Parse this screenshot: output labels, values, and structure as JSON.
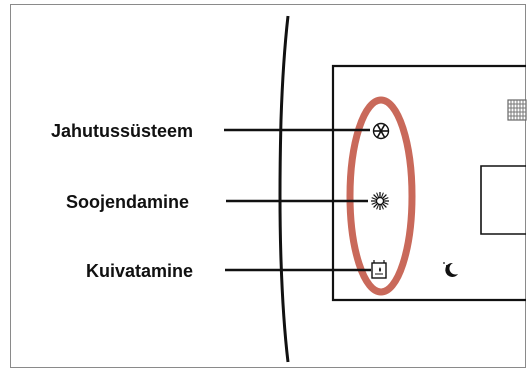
{
  "callouts": [
    {
      "label": "Jahutussüsteem",
      "icon": "snowflake-icon"
    },
    {
      "label": "Soojendamine",
      "icon": "sun-icon"
    },
    {
      "label": "Kuivatamine",
      "icon": "drip-box-icon"
    }
  ],
  "panel_icons": [
    "grid-icon",
    "sleep-moon-icon"
  ],
  "colors": {
    "highlight": "#c9695a",
    "line": "#111111",
    "frame": "#8a8a8a"
  }
}
